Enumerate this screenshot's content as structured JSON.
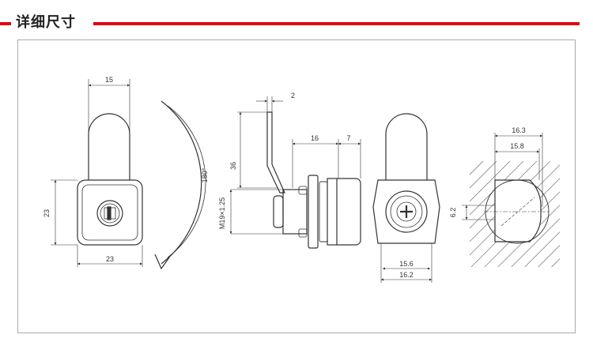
{
  "header": {
    "title": "详细尺寸"
  },
  "colors": {
    "accent": "#e60012",
    "line": "#333333",
    "hatch": "#555555"
  },
  "dimensions": {
    "front_width_top": "15",
    "front_height": "23",
    "front_width_bottom": "23",
    "rotation": "180°",
    "cam_thickness": "2",
    "cam_height": "36",
    "thread": "M19×1.25",
    "body_length": "16",
    "nut_length": "7",
    "back_width_inner": "15.6",
    "back_width_outer": "16.2",
    "cutout_outer": "16.3",
    "cutout_inner": "15.8",
    "cutout_flat": "6.2"
  }
}
